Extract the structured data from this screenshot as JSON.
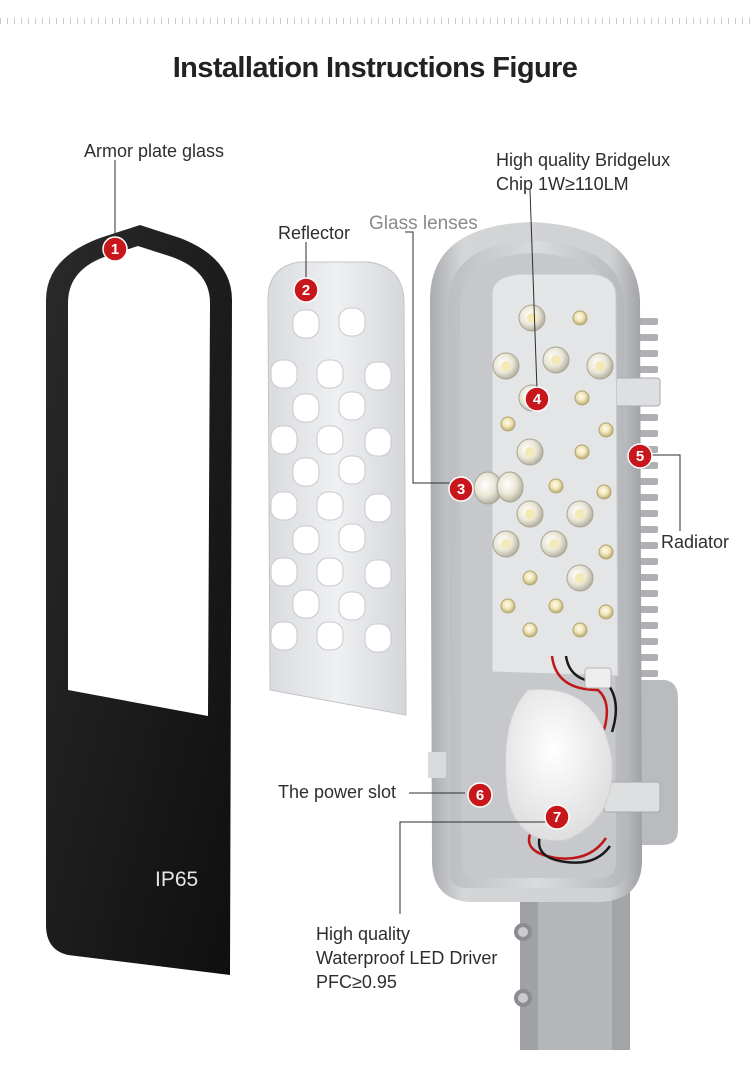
{
  "title": "Installation Instructions Figure",
  "labels": {
    "armor_glass": "Armor plate glass",
    "reflector": "Reflector",
    "glass_lenses": "Glass lenses",
    "bridgelux_line1": "High quality Bridgelux",
    "bridgelux_line2": "Chip 1W≥110LM",
    "radiator": "Radiator",
    "power_slot": "The power slot",
    "driver_line1": "High quality",
    "driver_line2": "Waterproof LED Driver",
    "driver_line3": "PFC≥0.95"
  },
  "glass_marking": "IP65",
  "markers": [
    "1",
    "2",
    "3",
    "4",
    "5",
    "6",
    "7"
  ],
  "colors": {
    "marker_red": "#c8161d",
    "glass_frame": "#1c1c1c",
    "housing_gray": "#c4c6c8",
    "reflector": "#e6e8ea",
    "pcb": "#e3e5e7"
  }
}
